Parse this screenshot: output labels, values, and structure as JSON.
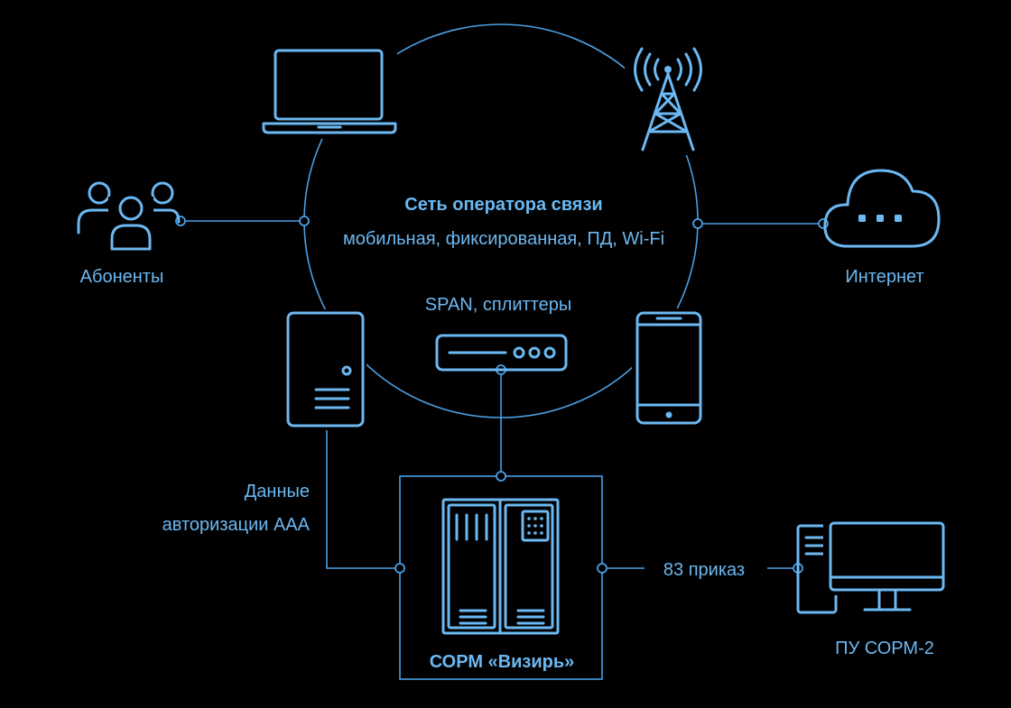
{
  "network": {
    "title": "Сеть оператора связи",
    "subtitle": "мобильная, фиксированная, ПД, Wi-Fi"
  },
  "labels": {
    "subscribers": "Абоненты",
    "internet": "Интернет",
    "span": "SPAN, сплиттеры",
    "aaa_line1": "Данные",
    "aaa_line2": "авторизации ААА",
    "order": "83 приказ",
    "sorm": "СОРМ «Визирь»",
    "pu": "ПУ СОРМ-2"
  },
  "colors": {
    "background": "#000000",
    "accent": "#6bb8f2",
    "line": "#4aa0e6"
  },
  "icons": [
    "laptop-icon",
    "cell-tower-icon",
    "users-icon",
    "cloud-icon",
    "server-icon",
    "splitter-icon",
    "smartphone-icon",
    "server-rack-icon",
    "workstation-icon"
  ]
}
